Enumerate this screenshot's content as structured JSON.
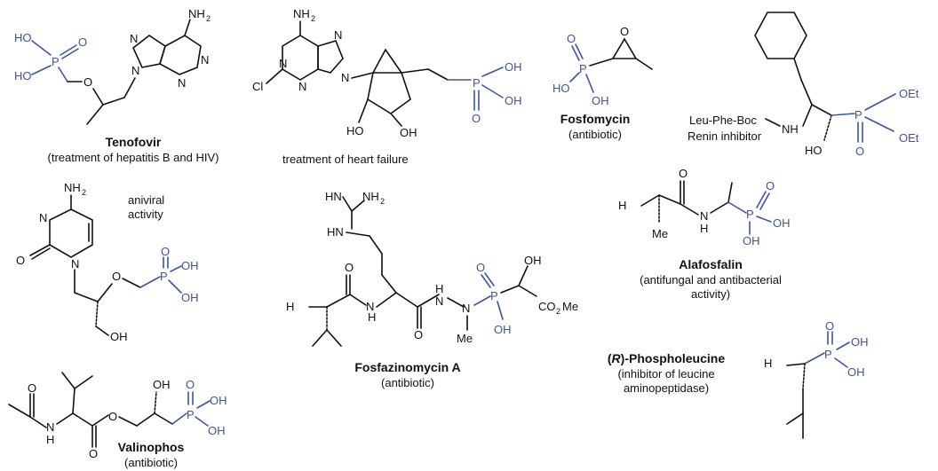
{
  "compounds": [
    {
      "name": "Tenofovir",
      "caption": "(treatment of hepatitis B and HIV)"
    },
    {
      "name": "",
      "caption": "treatment of heart failure"
    },
    {
      "name": "Fosfomycin",
      "caption": "(antibiotic)"
    },
    {
      "name": "",
      "caption": "Renin inhibitor"
    },
    {
      "name": "",
      "caption_lines": [
        "aniviral",
        "activity"
      ]
    },
    {
      "name": "Fosfazinomycin A",
      "caption": "(antibiotic)"
    },
    {
      "name": "Alafosfalin",
      "caption_lines": [
        "(antifungal and antibacterial",
        "activity)"
      ]
    },
    {
      "name_prefix": "(",
      "name_italic": "R",
      "name_suffix": ")-Phospholeucine",
      "caption_lines": [
        "(inhibitor of leucine",
        "aminopeptidase)"
      ]
    },
    {
      "name": "Valinophos",
      "caption": "(antibiotic)"
    }
  ],
  "atom_labels": {
    "OH": "OH",
    "HO": "HO",
    "O": "O",
    "P": "P",
    "N": "N",
    "NH": "NH",
    "H": "H",
    "NH2": "NH",
    "H2N": "H",
    "HN": "HN",
    "Cl": "Cl",
    "Me": "Me",
    "OEt": "OEt",
    "CO2Me": "CO",
    "Me_suffix": "Me",
    "sub2": "2",
    "leu_phe_boc": "Leu-Phe-Boc"
  },
  "colors": {
    "phosphonate": "#3c54a8",
    "ink": "#111111"
  }
}
